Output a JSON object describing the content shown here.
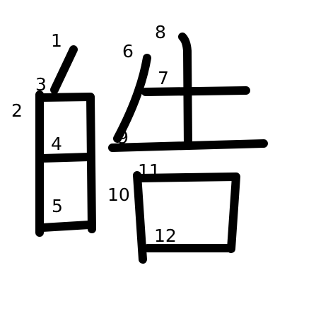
{
  "character": "晧",
  "colors": {
    "background": "#ffffff",
    "stroke": "#000000",
    "number": "#000000"
  },
  "stroke_numbers": [
    "1",
    "2",
    "3",
    "4",
    "5",
    "6",
    "7",
    "8",
    "9",
    "10",
    "11",
    "12"
  ]
}
